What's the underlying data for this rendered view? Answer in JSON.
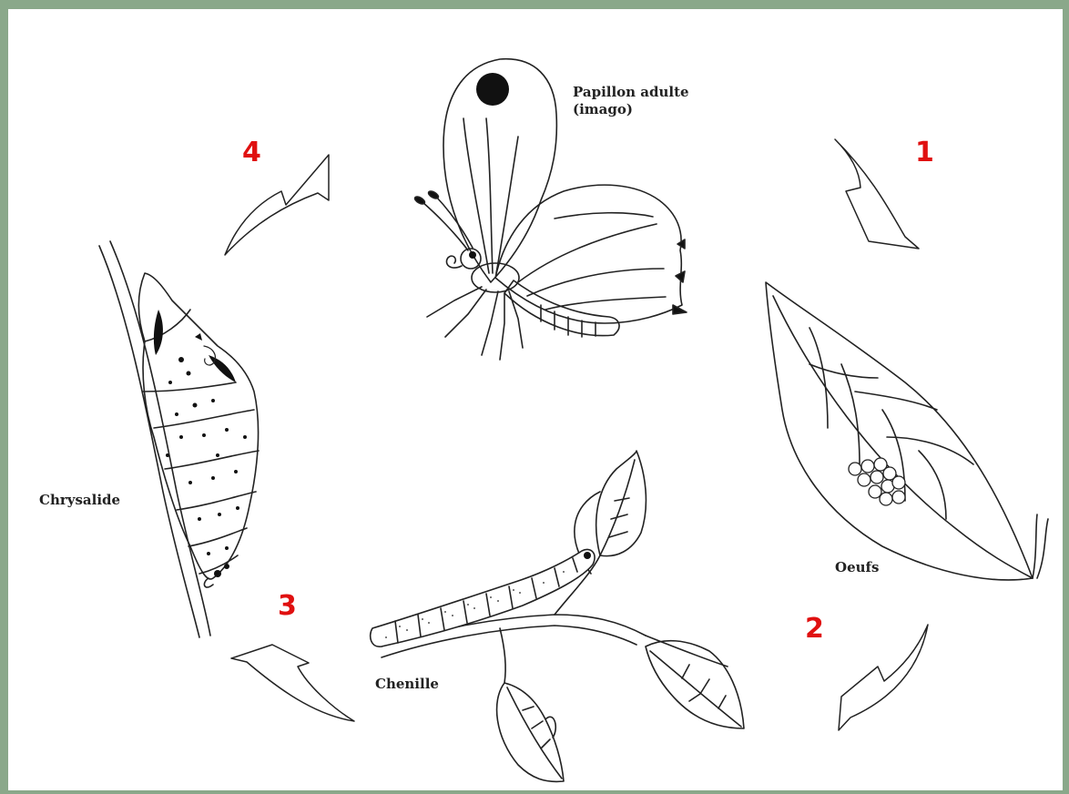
{
  "colors": {
    "border": "#8aa88a",
    "step_number": "#e01010",
    "line_art": "#222222"
  },
  "stages": {
    "adult_line1": "Papillon adulte",
    "adult_line2": "(imago)",
    "eggs": "Oeufs",
    "caterpillar": "Chenille",
    "chrysalis": "Chrysalide"
  },
  "steps": [
    "1",
    "2",
    "3",
    "4"
  ],
  "icons": [
    "butterfly-icon",
    "leaf-with-eggs-icon",
    "caterpillar-on-branch-icon",
    "chrysalis-icon",
    "curved-arrow-icon"
  ]
}
